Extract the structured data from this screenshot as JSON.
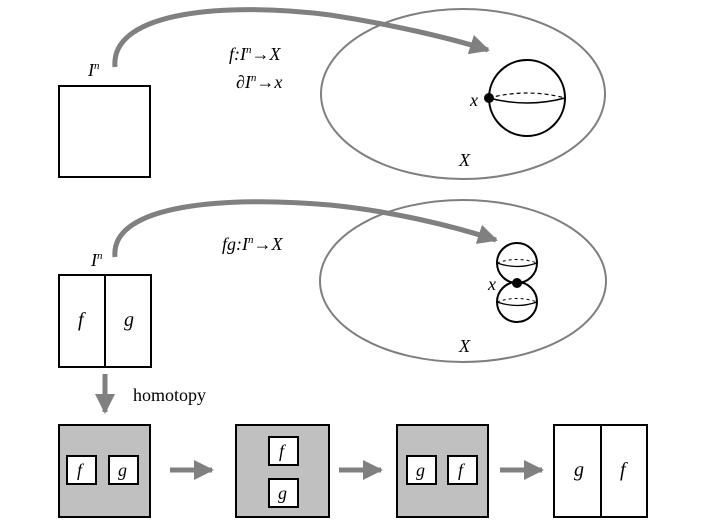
{
  "top_panel": {
    "cube_label": "I",
    "cube_label_sup": "n",
    "map_line1": "f:I",
    "map_line1_sup": "n",
    "map_line1_tail": "→X",
    "map_line2": "∂I",
    "map_line2_sup": "n",
    "map_line2_tail": "→x",
    "point_label": "x",
    "space_label": "X"
  },
  "middle_panel": {
    "cube_label": "I",
    "cube_label_sup": "n",
    "left_half": "f",
    "right_half": "g",
    "map_line": "fg:I",
    "map_line_sup": "n",
    "map_line_tail": "→X",
    "point_label": "x",
    "space_label": "X"
  },
  "homotopy_label": "homotopy",
  "sequence": {
    "step1": {
      "left": "f",
      "right": "g"
    },
    "step2": {
      "top": "f",
      "bottom": "g"
    },
    "step3": {
      "left": "g",
      "right": "f"
    },
    "step4": {
      "left": "g",
      "right": "f"
    }
  },
  "colors": {
    "stroke": "#000000",
    "gray_arrow": "#808080",
    "ellipse_stroke": "#7f7f7f",
    "shaded_square": "#c0c0c0"
  }
}
